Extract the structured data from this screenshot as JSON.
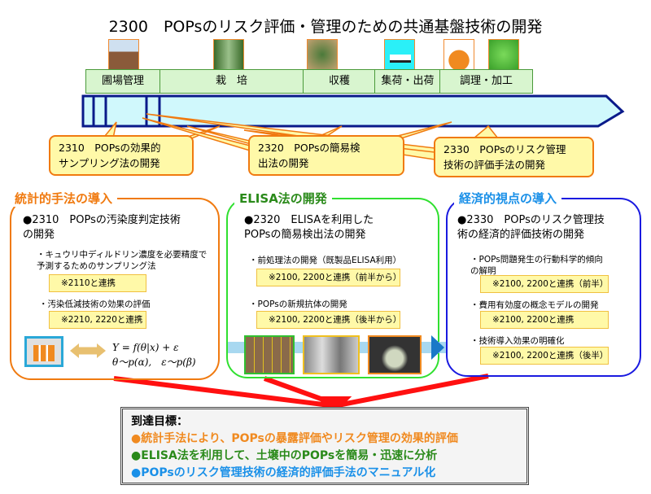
{
  "title": "2300　POPsのリスク評価・管理のための共通基盤技術の開発",
  "stages": [
    "圃場管理",
    "栽　培",
    "収穫",
    "集荷・出荷",
    "調理・加工"
  ],
  "callouts": {
    "c2310": [
      "2310　POPsの効果的",
      "サンプリング法の開発"
    ],
    "c2320": [
      "2320　POPsの簡易検",
      "出法の開発"
    ],
    "c2330": [
      "2330　POPsのリスク管理",
      "技術の評価手法の開発"
    ]
  },
  "panels": {
    "stat": {
      "heading": "統計的手法の導入",
      "title": [
        "●2310　POPsの汚染度判定技術",
        "の開発"
      ],
      "items": [
        {
          "text": [
            "・キュウリ中ディルドリン濃度を必要精度で",
            "予測するためのサンプリング法"
          ],
          "note": "※2110と連携"
        },
        {
          "text": [
            "・汚染低減技術の効果の評価"
          ],
          "note": "※2210, 2220と連携"
        }
      ],
      "formula": [
        "Y = f(θ|x) + ε",
        "θ～p(α),　ε～p(β)"
      ]
    },
    "elisa": {
      "heading": "ELISA法の開発",
      "title": [
        "●2320　ELISAを利用した",
        "POPsの簡易検出法の開発"
      ],
      "items": [
        {
          "text": [
            "・前処理法の開発（既製品ELISA利用）"
          ],
          "note": "※2100, 2200と連携（前半から）"
        },
        {
          "text": [
            "・POPsの新規抗体の開発"
          ],
          "note": "※2100, 2200と連携（後半から）"
        }
      ]
    },
    "econ": {
      "heading": "経済的視点の導入",
      "title": [
        "●2330　POPsのリスク管理技",
        "術の経済的評価技術の開発"
      ],
      "items": [
        {
          "text": [
            "・POPs問題発生の行動科学的傾向",
            "の解明"
          ],
          "note": "※2100, 2200と連携（前半）"
        },
        {
          "text": [
            "・費用有効度の概念モデルの開発"
          ],
          "note": "※2100, 2200と連携"
        },
        {
          "text": [
            "・技術導入効果の明確化"
          ],
          "note": "※2100, 2200と連携（後半）"
        }
      ]
    }
  },
  "goal": {
    "heading": "到達目標：",
    "items": [
      "●統計手法により、POPsの暴露評価やリスク管理の効果的評価",
      "●ELISA法を利用して、土壌中のPOPsを簡易・迅速に分析",
      "●POPsのリスク管理技術の経済的評価手法のマニュアル化"
    ]
  },
  "colors": {
    "orange": "#f07a10",
    "green": "#2a8a1a",
    "blue": "#1a90e8",
    "red": "#ff1010"
  }
}
